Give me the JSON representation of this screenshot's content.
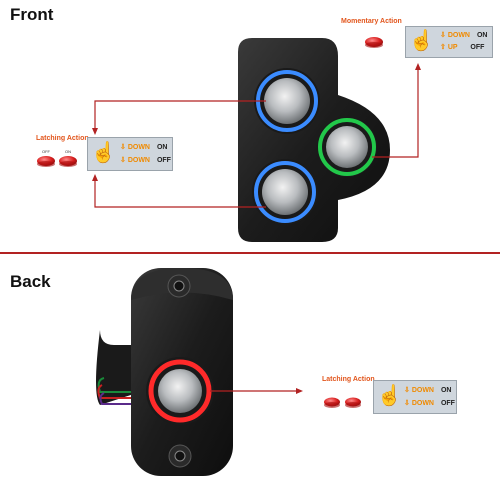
{
  "front": {
    "title": "Front",
    "momentary": {
      "label": "Momentary Action",
      "row1_dir": "DOWN",
      "row1_state": "ON",
      "row2_dir": "UP",
      "row2_state": "OFF"
    },
    "latching": {
      "label": "Latching Action",
      "off_label": "OFF",
      "on_label": "ON",
      "row1_dir": "DOWN",
      "row1_state": "ON",
      "row2_dir": "DOWN",
      "row2_state": "OFF"
    }
  },
  "back": {
    "title": "Back",
    "latching": {
      "label": "Latching Action",
      "row1_dir": "DOWN",
      "row1_state": "ON",
      "row2_dir": "DOWN",
      "row2_state": "OFF"
    }
  },
  "colors": {
    "divider": "#b22222",
    "action_text": "#e2561d",
    "ring_blue": "#3b8cff",
    "ring_green": "#22c84a",
    "ring_red": "#ff2a2a",
    "connector": "#b22222"
  },
  "icons": [
    "hand-pointer-icon",
    "arrow-down-icon",
    "arrow-up-icon",
    "red-button-icon"
  ]
}
